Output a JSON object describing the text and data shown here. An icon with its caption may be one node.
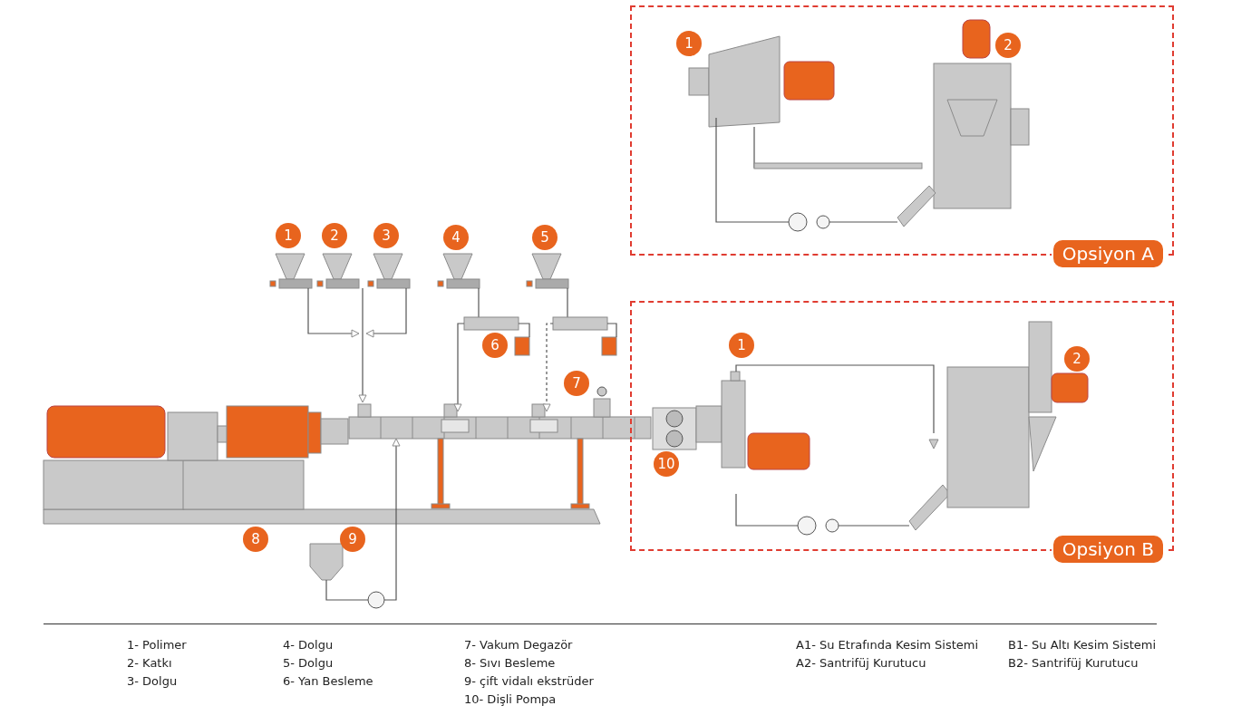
{
  "diagram": {
    "nodes": [
      {
        "text": [
          "Opsiyon A"
        ]
      },
      {
        "text": [
          "1"
        ],
        "in": 0
      },
      {
        "text": [
          "2"
        ],
        "in": 0
      },
      {
        "text": [
          "1"
        ]
      },
      {
        "text": [
          "2"
        ]
      },
      {
        "text": [
          "3"
        ]
      },
      {
        "text": [
          "4"
        ]
      },
      {
        "text": [
          "5"
        ]
      },
      {
        "text": [
          "Opsiyon B"
        ]
      },
      {
        "text": [
          "1"
        ],
        "in": 8
      },
      {
        "text": [
          "2"
        ],
        "in": 8
      },
      {
        "text": [
          "6"
        ]
      },
      {
        "text": [
          "7"
        ]
      },
      {
        "text": [
          "10"
        ],
        "in": 8
      },
      {
        "text": [
          "8"
        ]
      },
      {
        "text": [
          "9"
        ]
      }
    ],
    "labels": [
      "1- Polimer",
      "4- Dolgu",
      "7- Vakum Degazör",
      "A1- Su Etrafında Kesim Sistemi",
      "B1- Su Altı Kesim Sistemi",
      "2- Katkı",
      "5- Dolgu",
      "8- Sıvı Besleme",
      "A2- Santrifüj Kurutucu",
      "B2- Santrifüj Kurutucu",
      "3- Dolgu",
      "6- Yan Besleme",
      "9- çift vidalı ekstrüder",
      "10- Dişli Pompa"
    ]
  }
}
